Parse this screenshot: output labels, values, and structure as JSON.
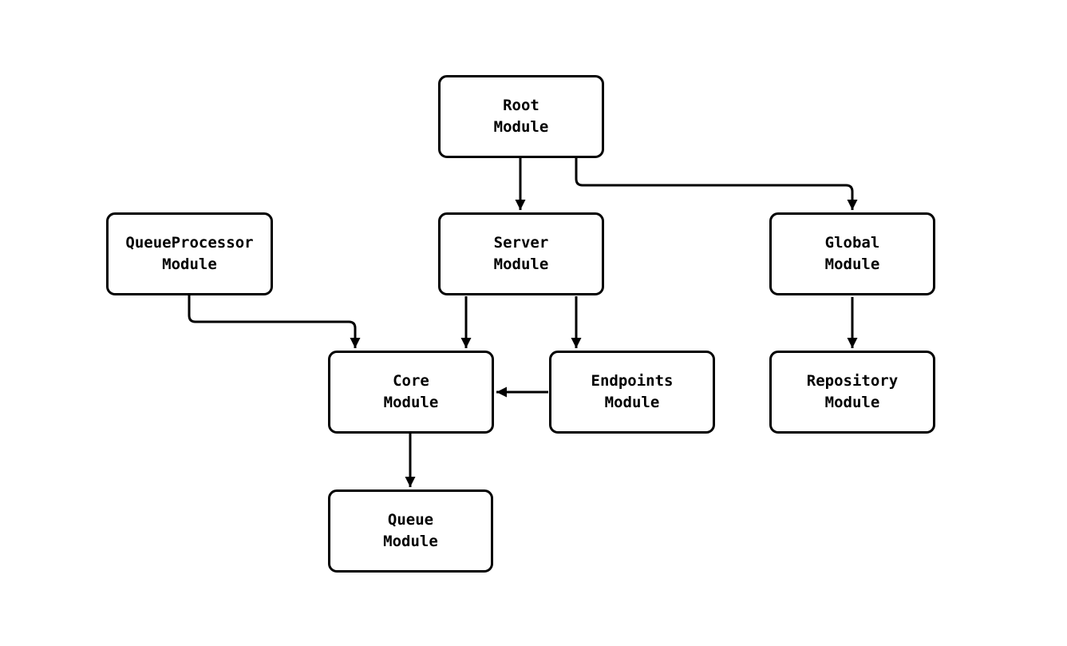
{
  "diagram": {
    "type": "module-dependency-graph",
    "background_color": "#ffffff",
    "node_fill_color": "#ffffff",
    "node_border_color": "#000000",
    "edge_color": "#000000",
    "text_color": "#000000",
    "nodes": [
      {
        "id": "root",
        "line1": "Root",
        "line2": "Module"
      },
      {
        "id": "queueprocessor",
        "line1": "QueueProcessor",
        "line2": "Module"
      },
      {
        "id": "server",
        "line1": "Server",
        "line2": "Module"
      },
      {
        "id": "global",
        "line1": "Global",
        "line2": "Module"
      },
      {
        "id": "core",
        "line1": "Core",
        "line2": "Module"
      },
      {
        "id": "endpoints",
        "line1": "Endpoints",
        "line2": "Module"
      },
      {
        "id": "repository",
        "line1": "Repository",
        "line2": "Module"
      },
      {
        "id": "queue",
        "line1": "Queue",
        "line2": "Module"
      }
    ],
    "edges": [
      {
        "from": "Root Module",
        "to": "Server Module"
      },
      {
        "from": "Root Module",
        "to": "Global Module"
      },
      {
        "from": "QueueProcessor Module",
        "to": "Core Module"
      },
      {
        "from": "Server Module",
        "to": "Core Module"
      },
      {
        "from": "Server Module",
        "to": "Endpoints Module"
      },
      {
        "from": "Endpoints Module",
        "to": "Core Module"
      },
      {
        "from": "Global Module",
        "to": "Repository Module"
      },
      {
        "from": "Core Module",
        "to": "Queue Module"
      }
    ]
  }
}
